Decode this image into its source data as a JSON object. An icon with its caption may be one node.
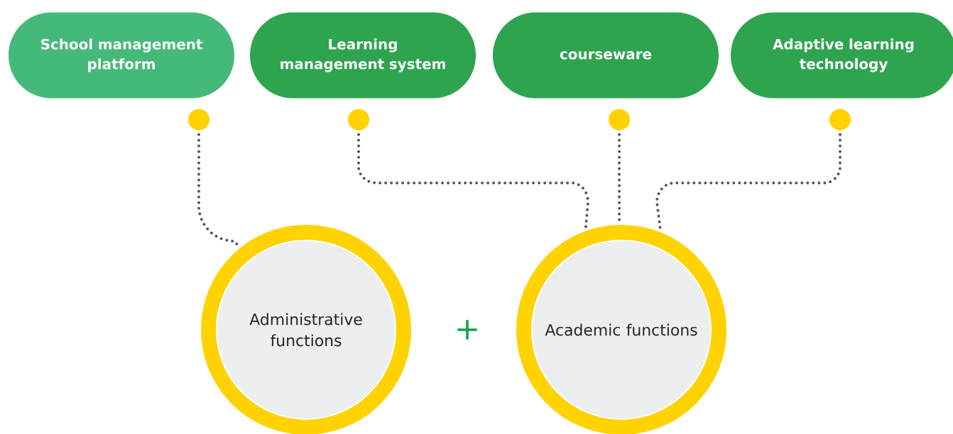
{
  "diagram": {
    "nodes": [
      {
        "text": [
          "School management platform"
        ]
      },
      {
        "text": [
          "Learning management system"
        ]
      },
      {
        "text": [
          "courseware"
        ]
      },
      {
        "text": [
          "Adaptive learning technology"
        ]
      },
      {
        "text": [
          "Administrative functions"
        ]
      },
      {
        "text": [
          "Academic functions"
        ]
      }
    ],
    "edges": [
      {
        "from": 0,
        "to": 4,
        "arrow": "other"
      },
      {
        "from": 1,
        "to": 5,
        "arrow": "other"
      },
      {
        "from": 2,
        "to": 5,
        "arrow": "other"
      },
      {
        "from": 3,
        "to": 5,
        "arrow": "other"
      }
    ],
    "labels": [
      "+"
    ]
  }
}
